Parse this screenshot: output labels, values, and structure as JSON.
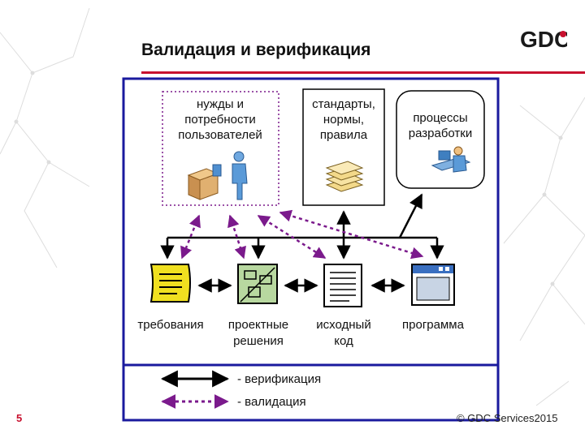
{
  "slide": {
    "title": "Валидация и верификация",
    "number": "5",
    "footer": "© GDC Services2015",
    "logo_text": "GDC"
  },
  "colors": {
    "accent": "#c8102e",
    "frame": "#1a1a9e",
    "validation_arrow": "#7b1a8c",
    "verification_arrow": "#000000"
  },
  "diagram": {
    "top_boxes": [
      {
        "lines": [
          "нужды и",
          "потребности",
          "пользователей"
        ],
        "icon": "user-with-box-icon",
        "style": "dotted"
      },
      {
        "lines": [
          "стандарты,",
          "нормы,",
          "правила"
        ],
        "icon": "document-stack-icon",
        "style": "solid"
      },
      {
        "lines": [
          "процессы",
          "разработки"
        ],
        "icon": "developer-at-desk-icon",
        "style": "rounded"
      }
    ],
    "artifacts": [
      {
        "lines": [
          "требования"
        ],
        "icon": "scroll-icon"
      },
      {
        "lines": [
          "проектные",
          "решения"
        ],
        "icon": "blueprint-icon"
      },
      {
        "lines": [
          "исходный",
          "код"
        ],
        "icon": "text-document-icon"
      },
      {
        "lines": [
          "программа"
        ],
        "icon": "application-window-icon"
      }
    ],
    "legend": [
      {
        "label": "- верификация",
        "kind": "verification"
      },
      {
        "label": "- валидация",
        "kind": "validation"
      }
    ]
  }
}
